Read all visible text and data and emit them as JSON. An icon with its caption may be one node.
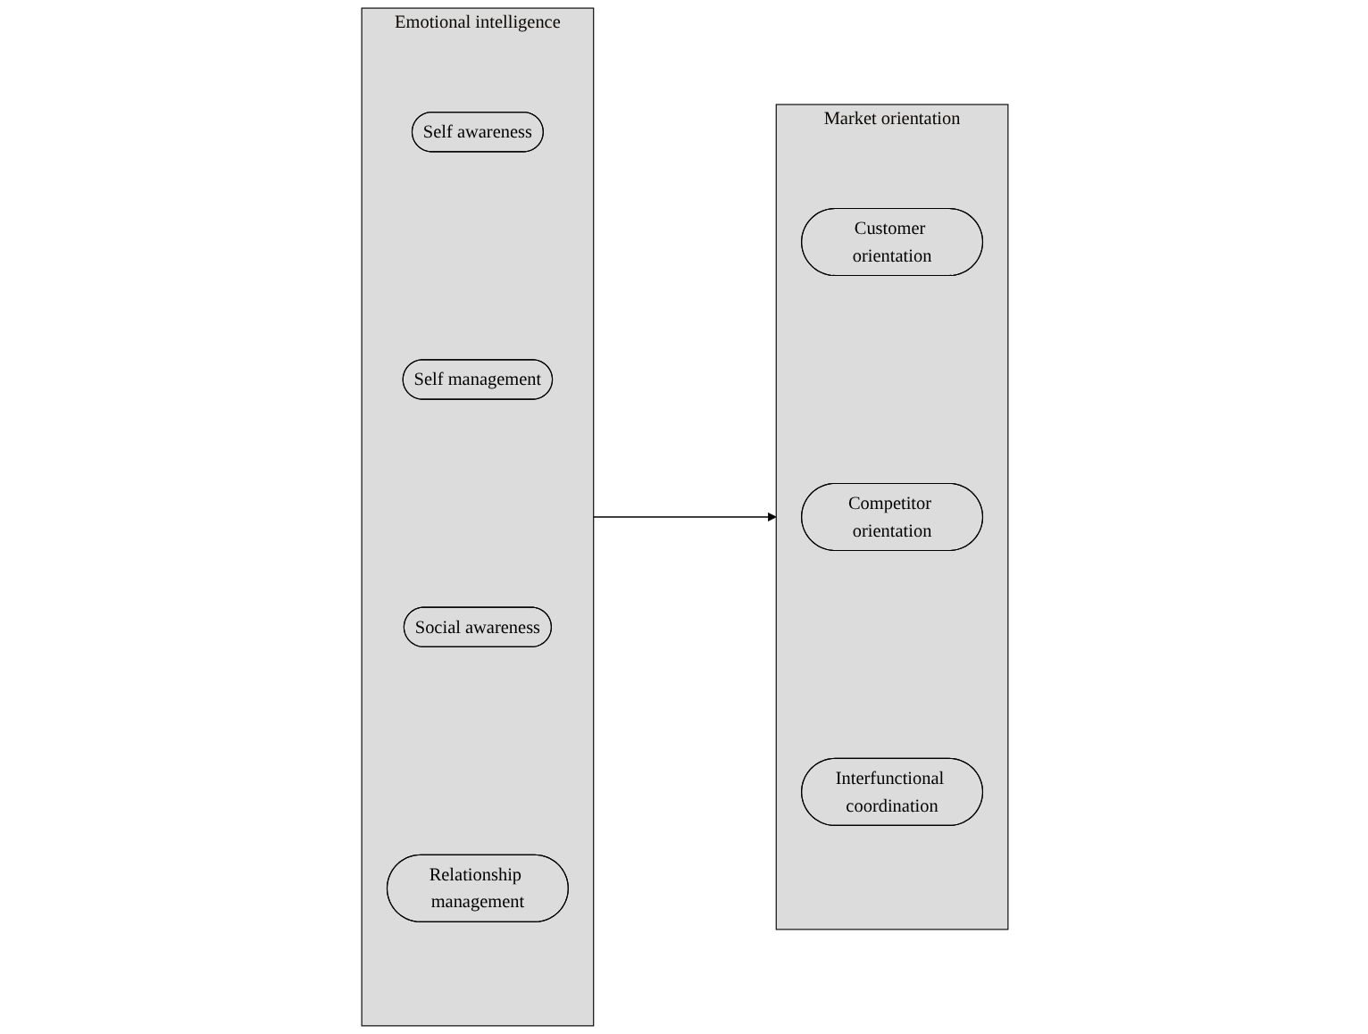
{
  "diagram": {
    "nodes": [
      {
        "text": [
          "Emotional intelligence"
        ]
      },
      {
        "text": [
          "Self awareness"
        ],
        "in": 0
      },
      {
        "text": [
          "Self management"
        ],
        "in": 0
      },
      {
        "text": [
          "Social awareness"
        ],
        "in": 0
      },
      {
        "text": [
          "Relationship management"
        ],
        "in": 0
      },
      {
        "text": [
          "Market orientation"
        ]
      },
      {
        "text": [
          "Customer orientation"
        ],
        "in": 5
      },
      {
        "text": [
          "Competitor orientation"
        ],
        "in": 5
      },
      {
        "text": [
          "Interfunctional coordination"
        ],
        "in": 5
      }
    ],
    "edges": [
      {
        "from": 0,
        "to": 5,
        "arrow": "to"
      }
    ]
  }
}
